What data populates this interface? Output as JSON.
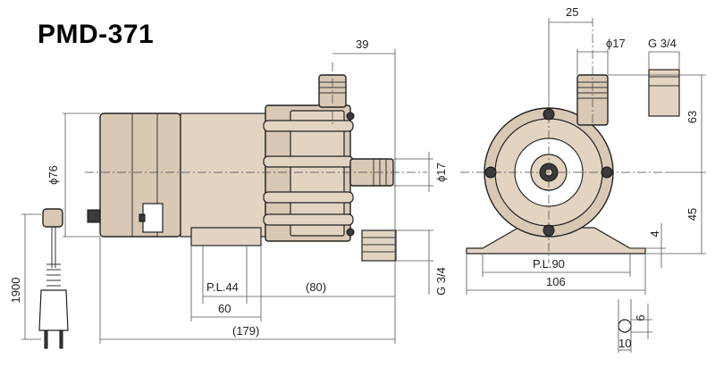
{
  "title": "PMD-371",
  "dimensions": {
    "side_top_39": "39",
    "side_dia76": "ϕ76",
    "side_dia17": "ϕ17",
    "side_g34": "G 3/4",
    "side_pl44": "P.L.44",
    "side_80": "(80)",
    "side_60": "60",
    "side_179": "(179)",
    "cord_1900": "1900",
    "front_25": "25",
    "front_dia17": "ϕ17",
    "front_g34": "G 3/4",
    "front_63": "63",
    "front_45": "45",
    "front_4": "4",
    "front_pl90": "P.L.90",
    "front_106": "106",
    "front_6": "6",
    "front_10": "10"
  }
}
